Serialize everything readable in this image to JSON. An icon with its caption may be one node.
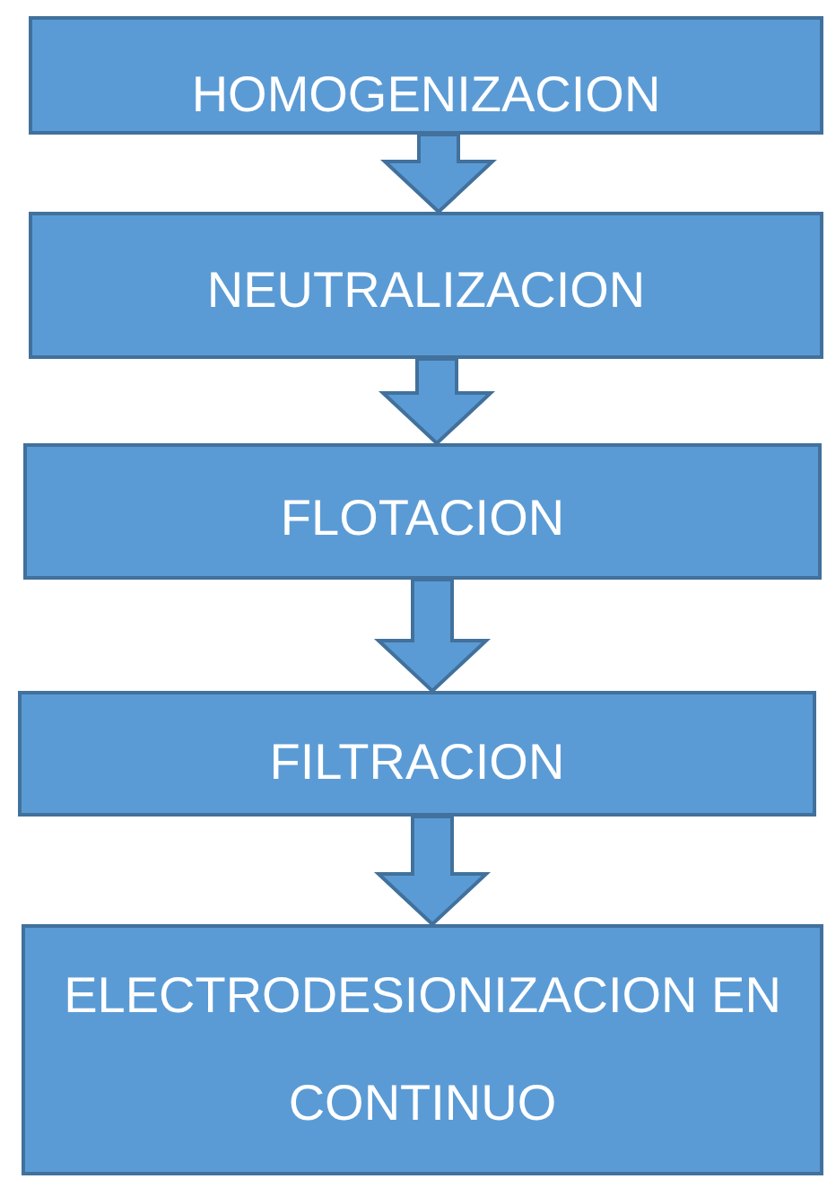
{
  "diagram": {
    "nodes": [
      {
        "text": [
          "HOMOGENIZACION"
        ]
      },
      {
        "text": [
          "NEUTRALIZACION"
        ]
      },
      {
        "text": [
          "FLOTACION"
        ]
      },
      {
        "text": [
          "FILTRACION"
        ]
      },
      {
        "text": [
          "ELECTRODESIONIZACION EN CONTINUO"
        ]
      }
    ],
    "edges": [
      {
        "from": 0,
        "to": 1,
        "arrow": "to"
      },
      {
        "from": 1,
        "to": 2,
        "arrow": "to"
      },
      {
        "from": 2,
        "to": 3,
        "arrow": "to"
      },
      {
        "from": 3,
        "to": 4,
        "arrow": "to"
      }
    ]
  }
}
